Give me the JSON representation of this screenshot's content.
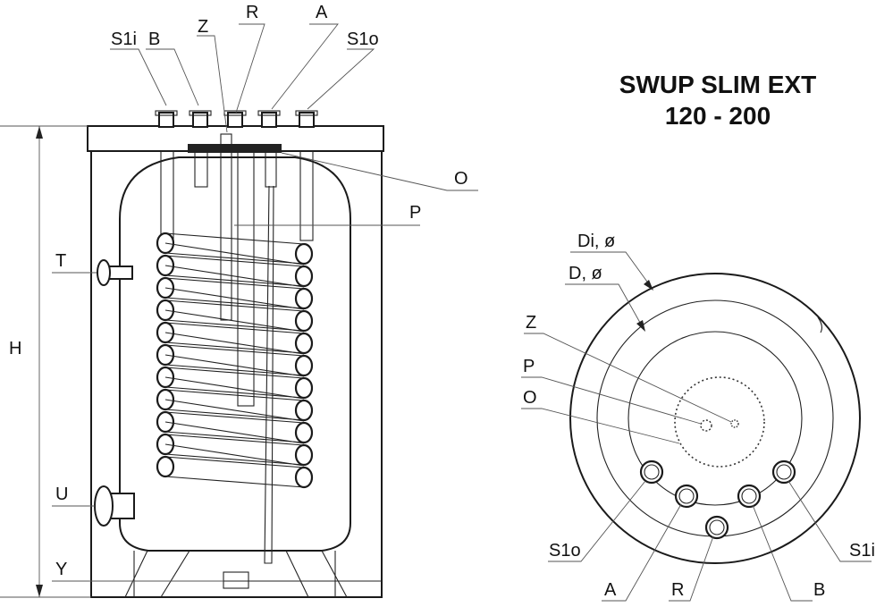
{
  "title": {
    "line1": "SWUP SLIM EXT",
    "line2": "120 - 200"
  },
  "side_view": {
    "top_labels": [
      "S1i",
      "B",
      "Z",
      "R",
      "A",
      "S1o"
    ],
    "right_labels": [
      "O",
      "P"
    ],
    "left_labels": [
      "T",
      "U",
      "Y"
    ],
    "height_label": "H"
  },
  "top_view": {
    "labels": {
      "di": "Di, ø",
      "d": "D, ø",
      "z": "Z",
      "p": "P",
      "o": "O",
      "s1o": "S1o",
      "a": "A",
      "r": "R",
      "b": "B",
      "s1i": "S1i"
    }
  }
}
